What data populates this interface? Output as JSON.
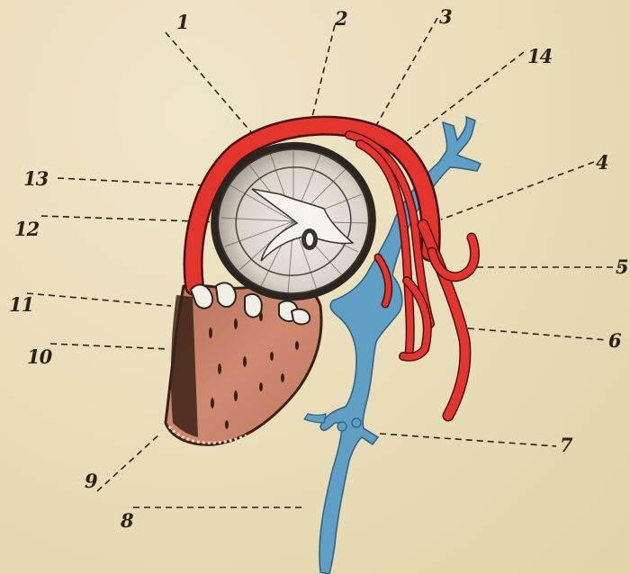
{
  "labels": {
    "n1": "1",
    "n2": "2",
    "n3": "3",
    "n4": "4",
    "n5": "5",
    "n6": "6",
    "n7": "7",
    "n8": "8",
    "n9": "9",
    "n10": "10",
    "n11": "11",
    "n12": "12",
    "n13": "13",
    "n14": "14"
  },
  "colors": {
    "paper": "#ece0c0",
    "artery": "#e2352e",
    "vein": "#5f9fc4",
    "muscle": "#c98068",
    "ink": "#2a2118"
  }
}
